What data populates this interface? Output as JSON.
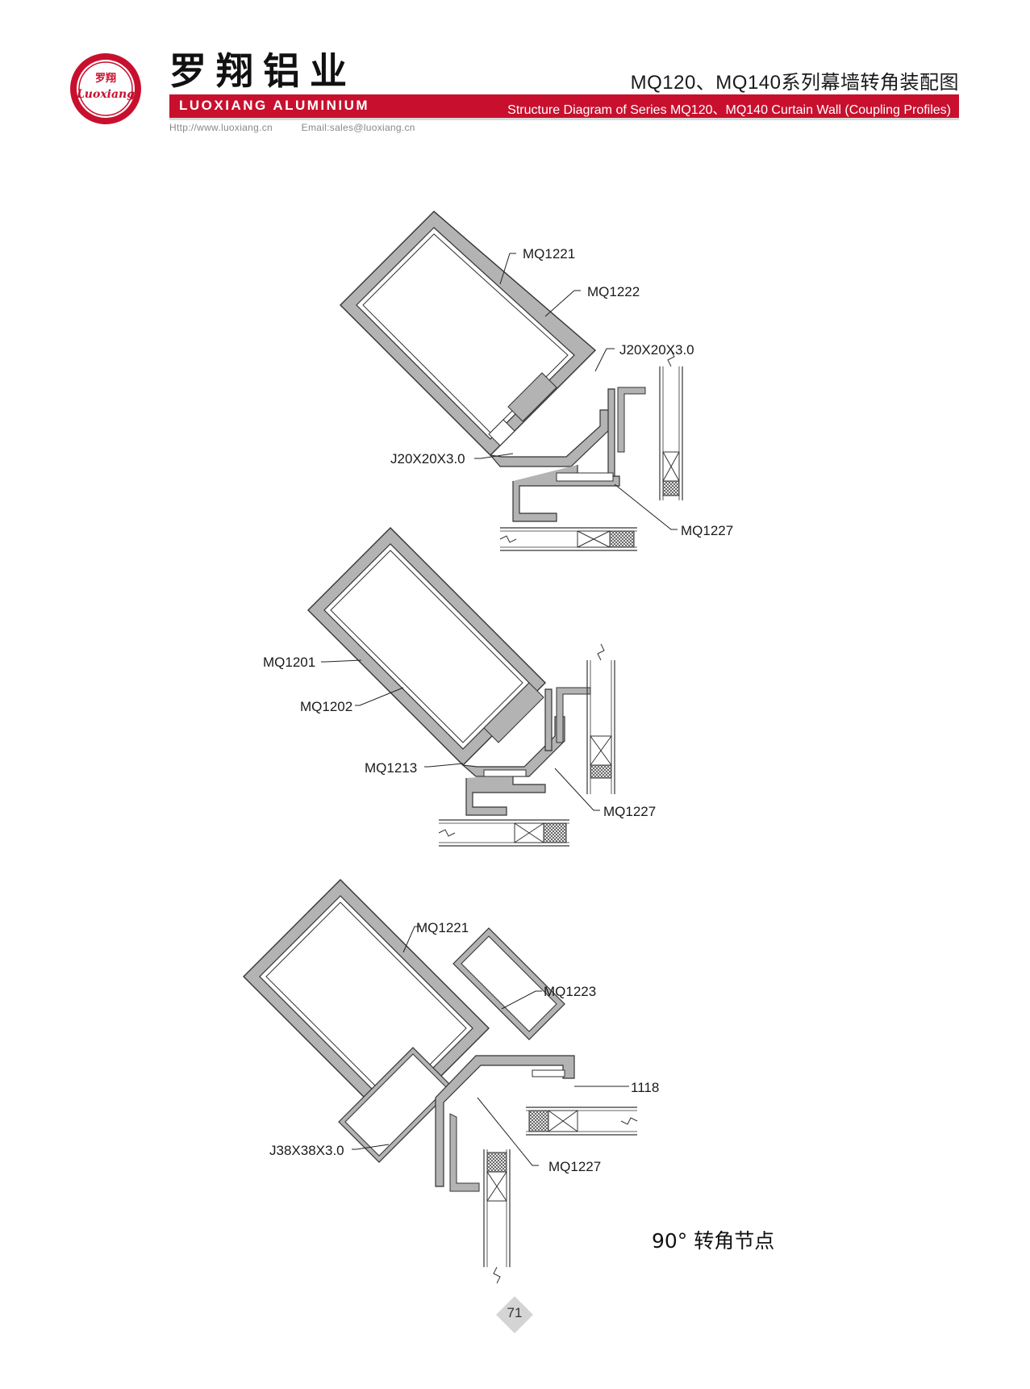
{
  "header": {
    "brand_cn": "罗翔铝业",
    "brand_en": "LUOXIANG ALUMINIUM",
    "logo_text_cn": "罗翔",
    "logo_text_en": "Luoxiang",
    "title": "MQ120、MQ140系列幕墙转角装配图",
    "subtitle": "Structure Diagram of Series MQ120、MQ140 Curtain Wall (Coupling Profiles)",
    "website": "Http://www.luoxiang.cn",
    "email": "Email:sales@luoxiang.cn"
  },
  "colors": {
    "brand_red": "#c8102e",
    "profile_fill": "#b3b3b3",
    "profile_stroke": "#333333"
  },
  "diagram1": {
    "labels": [
      "MQ1221",
      "MQ1222",
      "J20X20X3.0",
      "J20X20X3.0",
      "MQ1227"
    ]
  },
  "diagram2": {
    "labels": [
      "MQ1201",
      "MQ1202",
      "MQ1213",
      "MQ1227"
    ]
  },
  "diagram3": {
    "labels": [
      "MQ1221",
      "MQ1223",
      "1118",
      "J38X38X3.0",
      "MQ1227"
    ]
  },
  "caption": "90°  转角节点",
  "page_number": "71"
}
